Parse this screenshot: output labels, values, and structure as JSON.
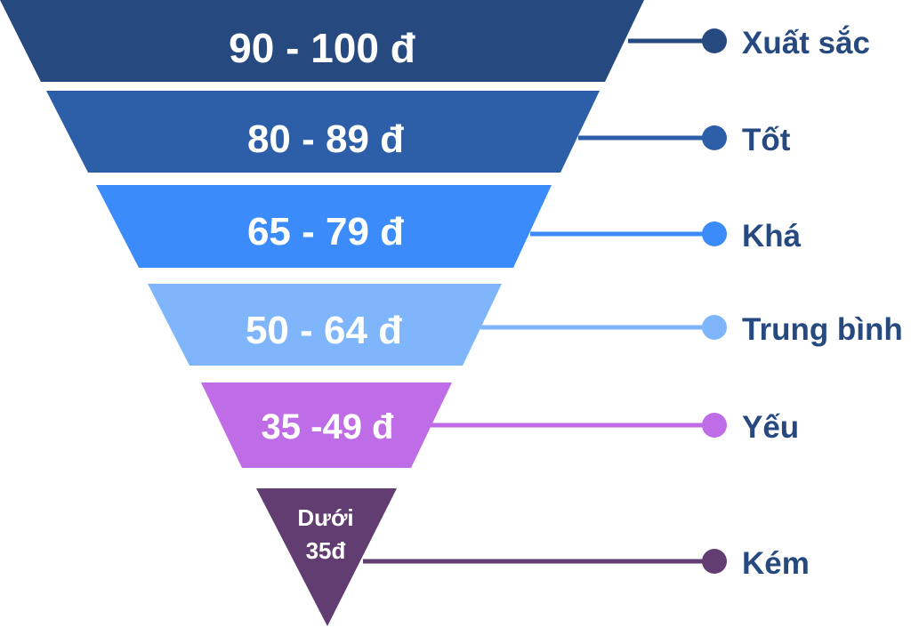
{
  "tiers": [
    {
      "range": "90 - 100 đ",
      "category": "Xuất sắc",
      "color": "#264a80"
    },
    {
      "range": "80 - 89 đ",
      "category": "Tốt",
      "color": "#2d5ea8"
    },
    {
      "range": "65 - 79 đ",
      "category": "Khá",
      "color": "#3b8cfa"
    },
    {
      "range": "50 - 64 đ",
      "category": "Trung bình",
      "color": "#7fb6fb"
    },
    {
      "range": "35 -49 đ",
      "category": "Yếu",
      "color": "#bf6de6"
    },
    {
      "range": "Dưới 35đ",
      "range_lines": [
        "Dưới",
        "35đ"
      ],
      "category": "Kém",
      "color": "#623d71"
    }
  ],
  "category_text_color": "#264a80",
  "range_text_color": "#ffffff"
}
